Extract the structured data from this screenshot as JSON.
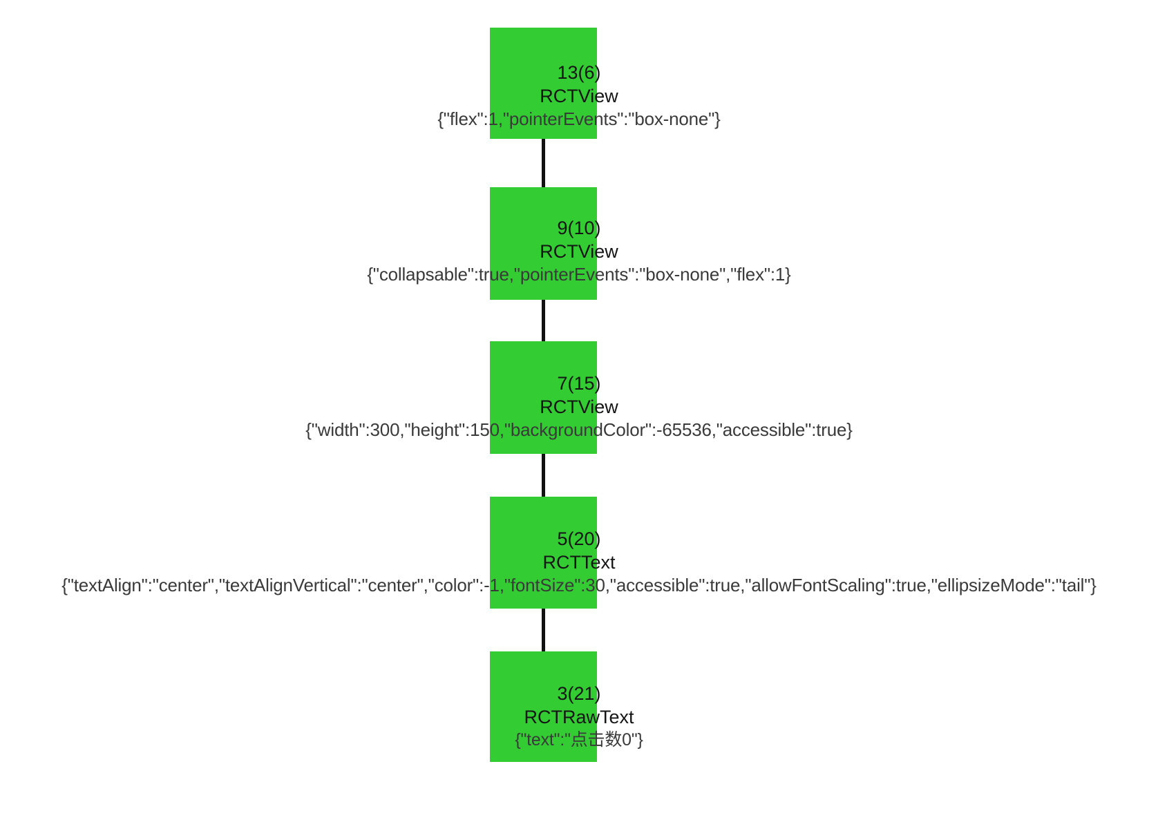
{
  "diagram": {
    "type": "react-native-view-hierarchy-tree",
    "orientation": "vertical",
    "node_color": "#33cc33",
    "edge_color": "#111111",
    "background": "#ffffff",
    "nodes": [
      {
        "id": "13(6)",
        "tag": 13,
        "index": 6,
        "type": "RCTView",
        "props": "{\"flex\":1,\"pointerEvents\":\"box-none\"}"
      },
      {
        "id": "9(10)",
        "tag": 9,
        "index": 10,
        "type": "RCTView",
        "props": "{\"collapsable\":true,\"pointerEvents\":\"box-none\",\"flex\":1}"
      },
      {
        "id": "7(15)",
        "tag": 7,
        "index": 15,
        "type": "RCTView",
        "props": "{\"width\":300,\"height\":150,\"backgroundColor\":-65536,\"accessible\":true}"
      },
      {
        "id": "5(20)",
        "tag": 5,
        "index": 20,
        "type": "RCTText",
        "props": "{\"textAlign\":\"center\",\"textAlignVertical\":\"center\",\"color\":-1,\"fontSize\":30,\"accessible\":true,\"allowFontScaling\":true,\"ellipsizeMode\":\"tail\"}"
      },
      {
        "id": "3(21)",
        "tag": 3,
        "index": 21,
        "type": "RCTRawText",
        "props": "{\"text\":\"点击数0\"}"
      }
    ],
    "edges": [
      {
        "from": "13(6)",
        "to": "9(10)"
      },
      {
        "from": "9(10)",
        "to": "7(15)"
      },
      {
        "from": "7(15)",
        "to": "5(20)"
      },
      {
        "from": "5(20)",
        "to": "3(21)"
      }
    ]
  }
}
